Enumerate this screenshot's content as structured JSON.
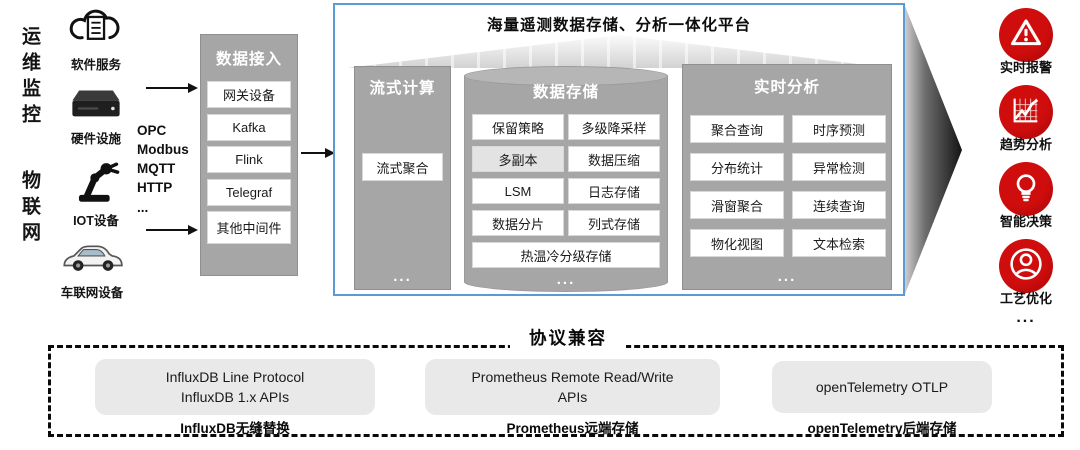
{
  "left_panel": {
    "group_labels": {
      "top": "运维监控",
      "bottom": "物联网"
    },
    "sources": [
      {
        "icon": "cloud-software-icon",
        "label": "软件服务"
      },
      {
        "icon": "server-hardware-icon",
        "label": "硬件设施"
      },
      {
        "icon": "robot-arm-icon",
        "label": "IOT设备"
      },
      {
        "icon": "car-icon",
        "label": "车联网设备"
      }
    ],
    "protocols": {
      "lines": [
        "OPC",
        "Modbus",
        "MQTT",
        "HTTP"
      ],
      "more": "..."
    }
  },
  "ingest": {
    "title": "数据接入",
    "items": [
      "网关设备",
      "Kafka",
      "Flink",
      "Telegraf",
      "其他中间件"
    ]
  },
  "platform": {
    "title": "海量遥测数据存储、分析一体化平台",
    "stream_compute": {
      "title": "流式计算",
      "items": [
        "流式聚合"
      ],
      "more": "..."
    },
    "data_storage": {
      "title": "数据存储",
      "rows": [
        [
          "保留策略",
          "多级降采样"
        ],
        [
          "多副本",
          "数据压缩"
        ],
        [
          "LSM",
          "日志存储"
        ],
        [
          "数据分片",
          "列式存储"
        ]
      ],
      "wide_item": "热温冷分级存储",
      "more": "..."
    },
    "realtime_analysis": {
      "title": "实时分析",
      "rows": [
        [
          "聚合查询",
          "时序预测"
        ],
        [
          "分布统计",
          "异常检测"
        ],
        [
          "滑窗聚合",
          "连续查询"
        ],
        [
          "物化视图",
          "文本检索"
        ]
      ],
      "more": "..."
    }
  },
  "applications": {
    "items": [
      {
        "icon": "alarm-icon",
        "label": "实时报警"
      },
      {
        "icon": "trend-chart-icon",
        "label": "趋势分析"
      },
      {
        "icon": "bulb-icon",
        "label": "智能决策"
      },
      {
        "icon": "user-icon",
        "label": "工艺优化"
      }
    ],
    "more": "..."
  },
  "protocol_compat": {
    "title": "协议兼容",
    "cards": [
      {
        "line1": "InfluxDB Line Protocol",
        "line2": "InfluxDB 1.x APIs",
        "caption": "InfluxDB无缝替换"
      },
      {
        "line1": "Prometheus Remote Read/Write",
        "line2": "APIs",
        "caption": "Prometheus远端存储"
      },
      {
        "line1": "openTelemetry OTLP",
        "line2": "",
        "caption": "openTelemetry后端存储"
      }
    ]
  },
  "colors": {
    "panel_gray": "#a6a6a6",
    "platform_border": "#5b9bd5",
    "accent_red": "#c00000",
    "card_gray": "#e9e9e9"
  }
}
